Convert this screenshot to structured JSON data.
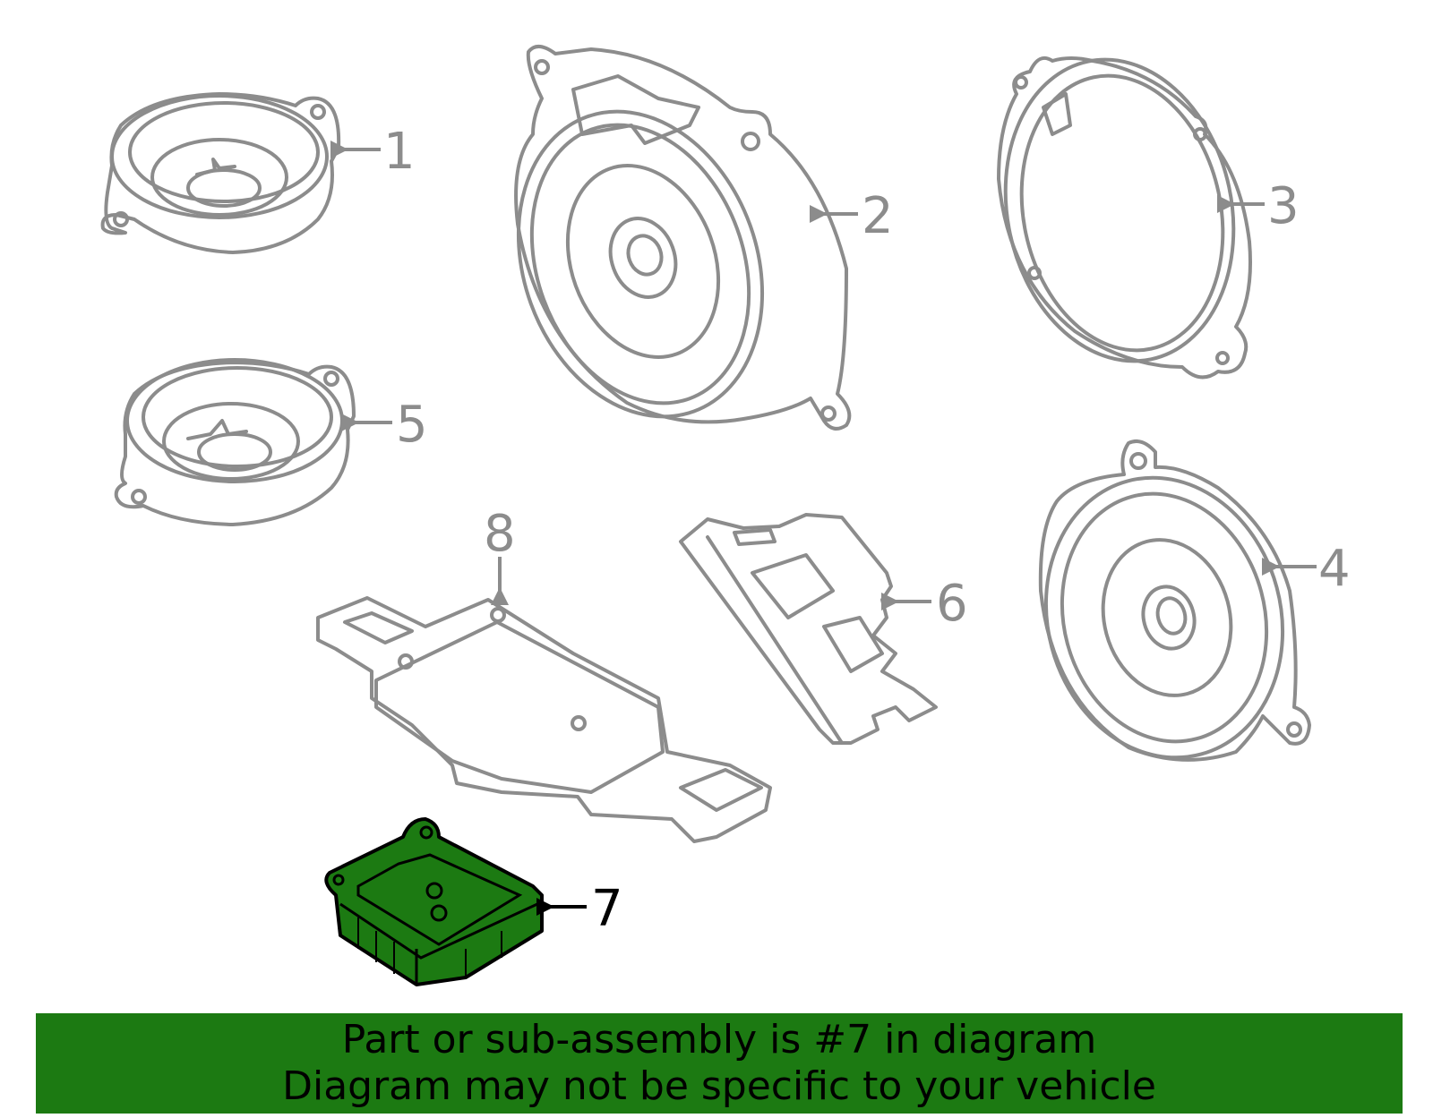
{
  "callouts": [
    {
      "id": "1",
      "label": "1"
    },
    {
      "id": "2",
      "label": "2"
    },
    {
      "id": "3",
      "label": "3"
    },
    {
      "id": "4",
      "label": "4"
    },
    {
      "id": "5",
      "label": "5"
    },
    {
      "id": "6",
      "label": "6"
    },
    {
      "id": "7",
      "label": "7"
    },
    {
      "id": "8",
      "label": "8"
    }
  ],
  "highlighted_part": "7",
  "colors": {
    "highlight_fill": "#1c7a12",
    "outline": "#8c8c8c",
    "banner_bg": "#1c7a12"
  },
  "banner": {
    "line1": "Part or sub-assembly is #7 in diagram",
    "line2": "Diagram may not be specific to your vehicle"
  }
}
